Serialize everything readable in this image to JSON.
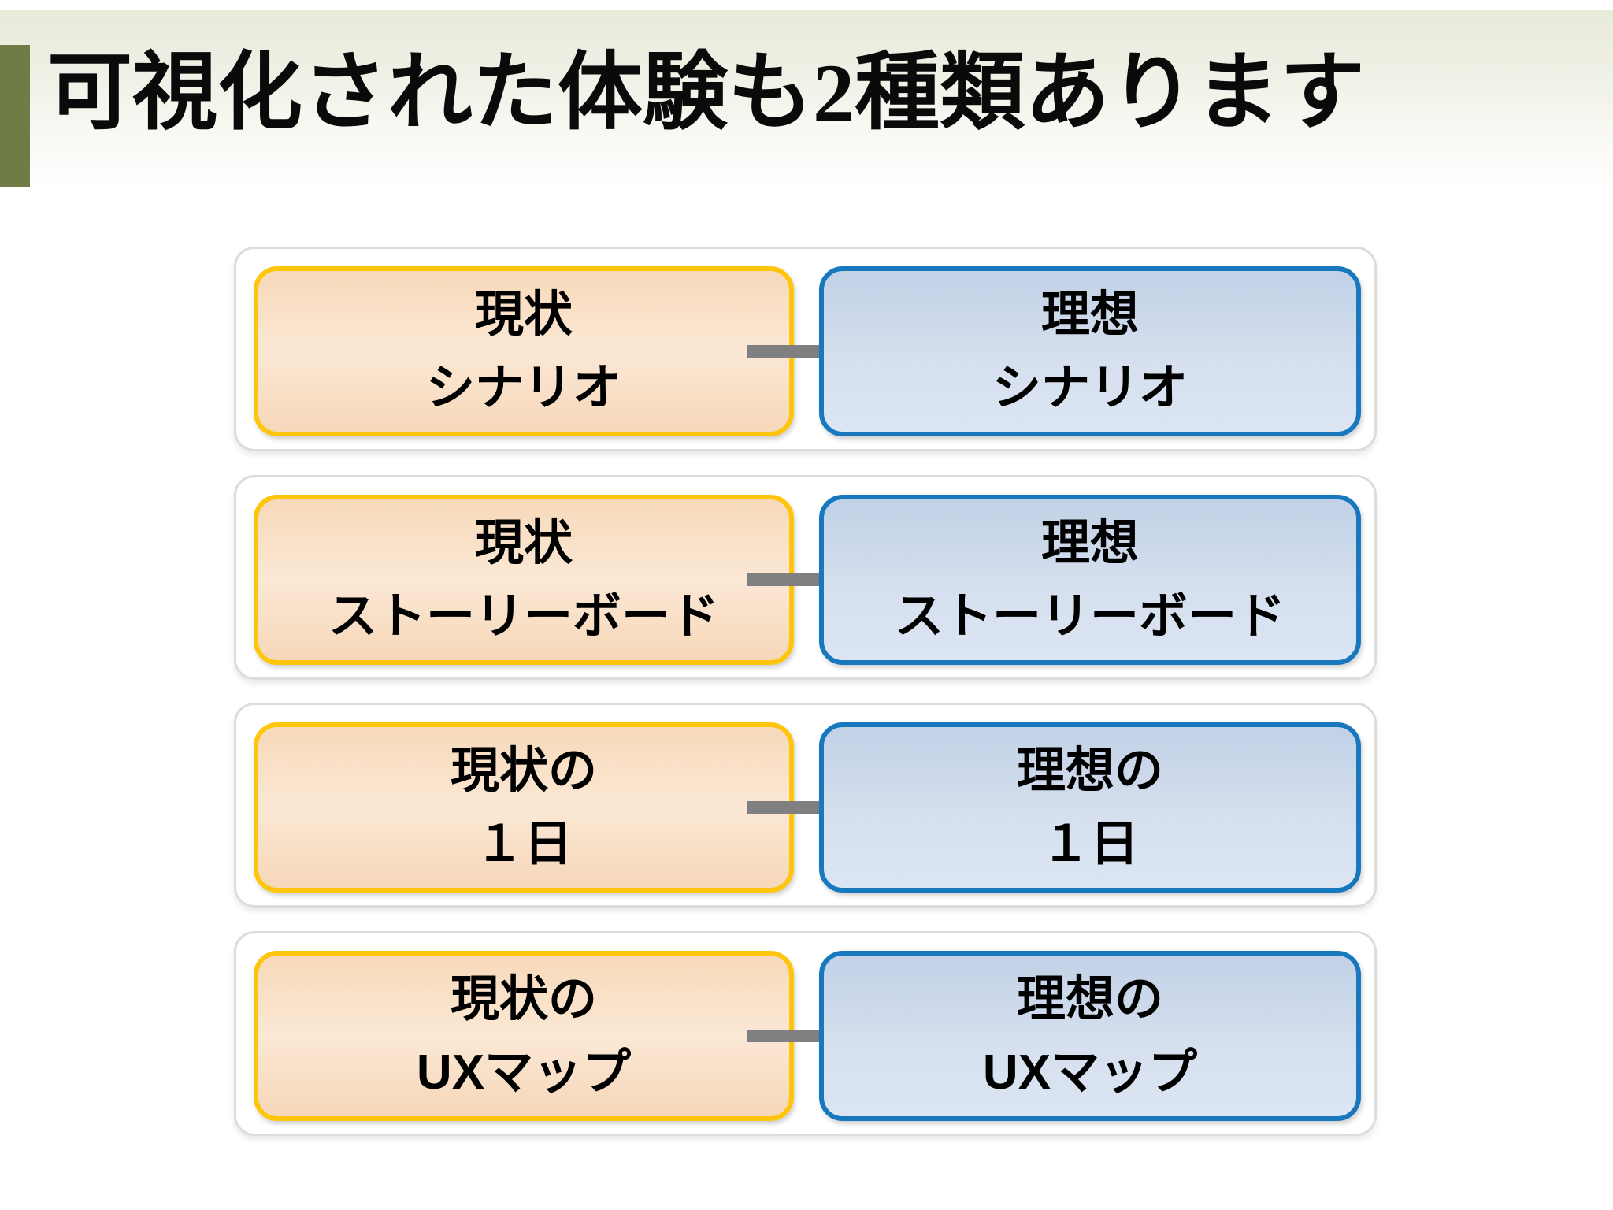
{
  "slide_title": {
    "part1": "可視化された体験も",
    "number": "2",
    "part2": "種類あります",
    "full": "可視化された体験も2種類あります"
  },
  "rows": [
    {
      "current": {
        "line1": "現状",
        "line2": "シナリオ"
      },
      "ideal": {
        "line1": "理想",
        "line2": "シナリオ"
      }
    },
    {
      "current": {
        "line1": "現状",
        "line2": "ストーリーボード"
      },
      "ideal": {
        "line1": "理想",
        "line2": "ストーリーボード"
      }
    },
    {
      "current": {
        "line1": "現状の",
        "line2": "１日"
      },
      "ideal": {
        "line1": "理想の",
        "line2": "１日"
      }
    },
    {
      "current": {
        "line1": "現状の",
        "line2": "UXマップ"
      },
      "ideal": {
        "line1": "理想の",
        "line2": "UXマップ"
      }
    }
  ],
  "icons": {
    "arrow": "right-arrow"
  },
  "colors": {
    "accent_bar": "#6F7C45",
    "header_band": "#E8EBDA",
    "card_border": "#DCDCDC",
    "current_border": "#FFC40C",
    "current_fill_top": "#F7D9BA",
    "current_fill_bottom": "#F6D7B9",
    "ideal_border": "#1878BE",
    "ideal_fill_top": "#C2D1E7",
    "ideal_fill_bottom": "#DCE5F2",
    "arrow": "#808080",
    "text": "#000000"
  }
}
